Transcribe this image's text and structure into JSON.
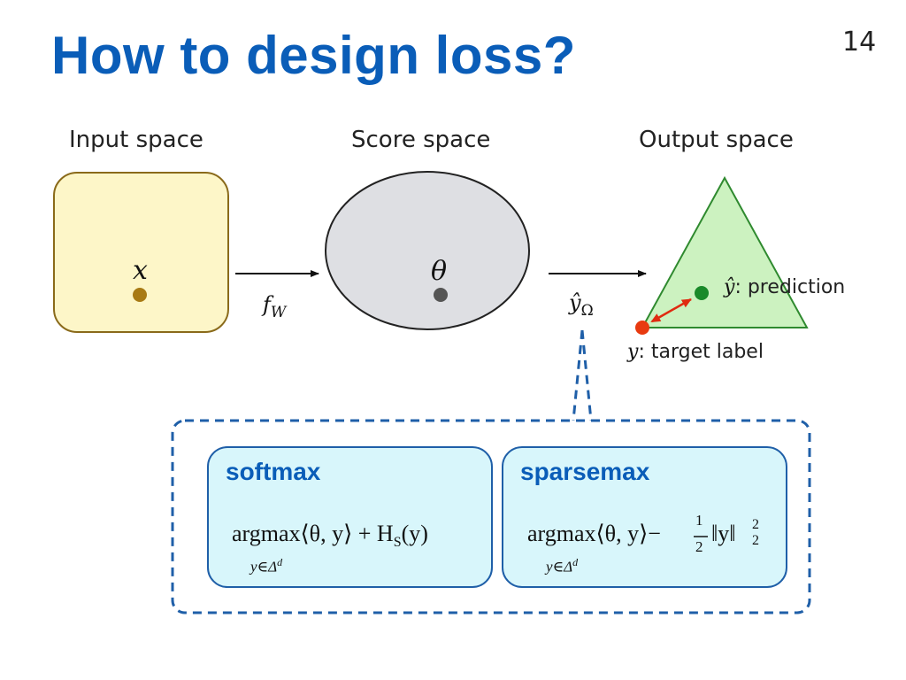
{
  "slide": {
    "title": "How to design loss?",
    "page_number": "14"
  },
  "spaces": {
    "input": {
      "label": "Input space",
      "point_symbol": "x"
    },
    "score": {
      "label": "Score space",
      "point_symbol": "θ"
    },
    "output": {
      "label": "Output space",
      "prediction_symbol": "ŷ",
      "prediction_label": ": prediction",
      "target_symbol": "y",
      "target_label": ": target label"
    }
  },
  "arrows": {
    "first": {
      "symbol": "f",
      "subscript": "W"
    },
    "second": {
      "symbol": "ŷ",
      "subscript": "Ω"
    }
  },
  "boxes": {
    "softmax": {
      "title": "softmax",
      "formula_argmax": "argmax⟨θ, y⟩ + H",
      "formula_sub": "S",
      "formula_tail": "(y)",
      "formula_under": "y∈Δ",
      "formula_under_sup": "d"
    },
    "sparsemax": {
      "title": "sparsemax",
      "formula_argmax": "argmax⟨θ, y⟩−",
      "frac_num": "1",
      "frac_den": "2",
      "formula_norm": "‖y‖",
      "norm_sup": "2",
      "norm_sub": "2",
      "formula_under": "y∈Δ",
      "formula_under_sup": "d"
    }
  },
  "colors": {
    "title": "#0a5db8",
    "input_fill": "#fdf6c8",
    "input_stroke": "#8a6a1a",
    "input_point": "#a87a14",
    "score_fill": "#dedfe3",
    "score_stroke": "#222222",
    "score_point": "#555555",
    "output_fill": "#ccf2c0",
    "output_stroke": "#2f8a2f",
    "prediction_point": "#1a8a2a",
    "target_point": "#e83a10",
    "distance_arrow": "#e02a10",
    "box_fill": "#d8f6fb",
    "box_stroke": "#1f5fa8",
    "dashed_stroke": "#1f5fa8"
  }
}
